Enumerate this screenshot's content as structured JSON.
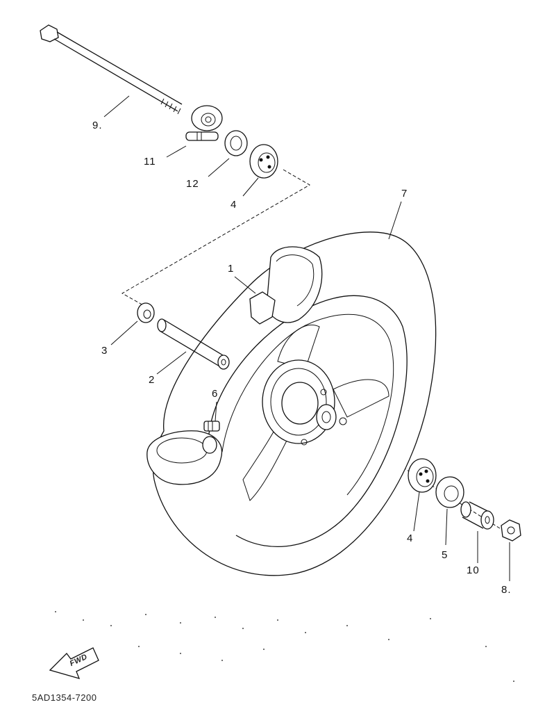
{
  "labels": {
    "p1": "1",
    "p2": "2",
    "p3": "3",
    "p4a": "4",
    "p4b": "4",
    "p5": "5",
    "p6": "6",
    "p7": "7",
    "p8": "8.",
    "p9": "9.",
    "p10": "10",
    "p11": "11",
    "p12": "12"
  },
  "fwd_text": "FWD",
  "diagram_code": "5AD1354-7200"
}
